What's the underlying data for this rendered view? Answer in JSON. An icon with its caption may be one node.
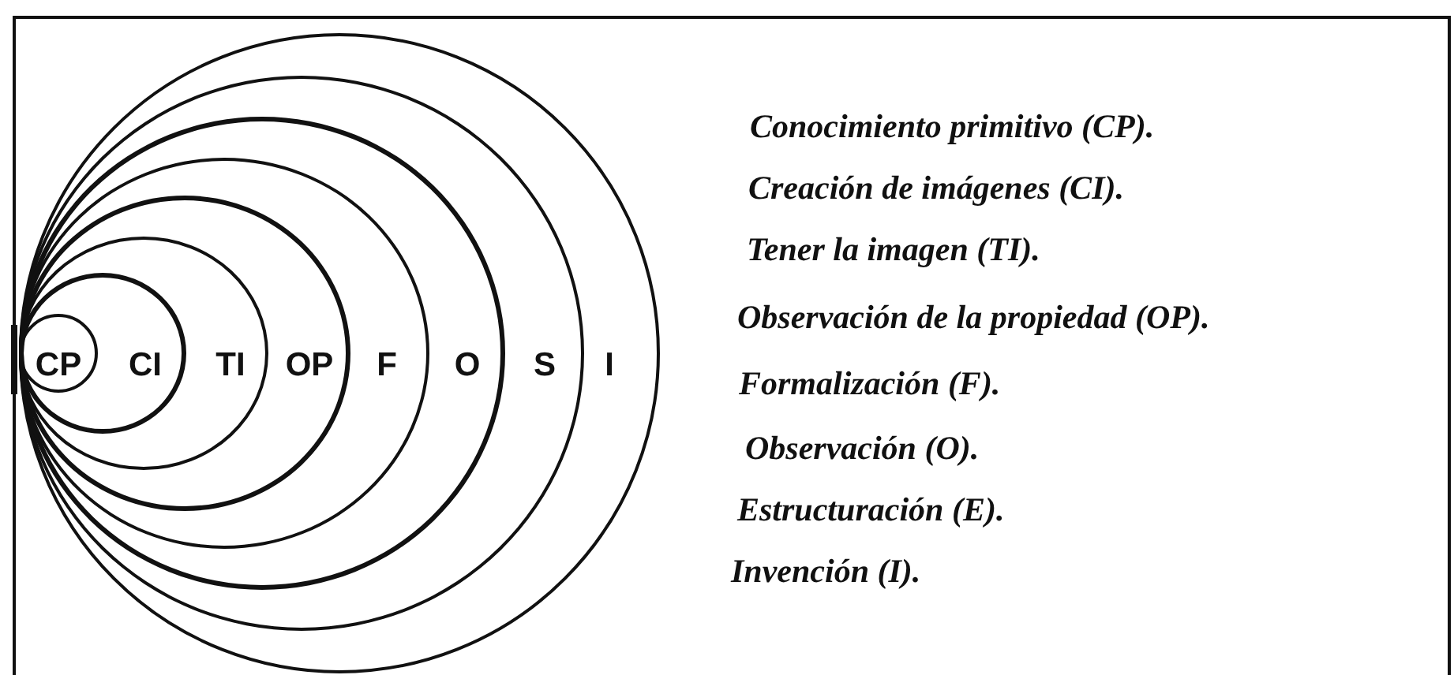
{
  "diagram": {
    "nodes": [
      {
        "text": [
          "I"
        ]
      },
      {
        "text": [
          "S"
        ],
        "in": 0
      },
      {
        "text": [
          "O"
        ],
        "in": 1
      },
      {
        "text": [
          "F"
        ],
        "in": 2
      },
      {
        "text": [
          "OP"
        ],
        "in": 3
      },
      {
        "text": [
          "TI"
        ],
        "in": 4
      },
      {
        "text": [
          "CI"
        ],
        "in": 5
      },
      {
        "text": [
          "CP"
        ],
        "in": 6
      }
    ],
    "labels": [
      "Conocimiento primitivo (CP).",
      "Creación de imágenes (CI).",
      "Tener la imagen (TI).",
      "Observación de la propiedad (OP).",
      "Formalización (F).",
      "Observación (O).",
      "Estructuración (E).",
      "Invención (I)."
    ]
  }
}
